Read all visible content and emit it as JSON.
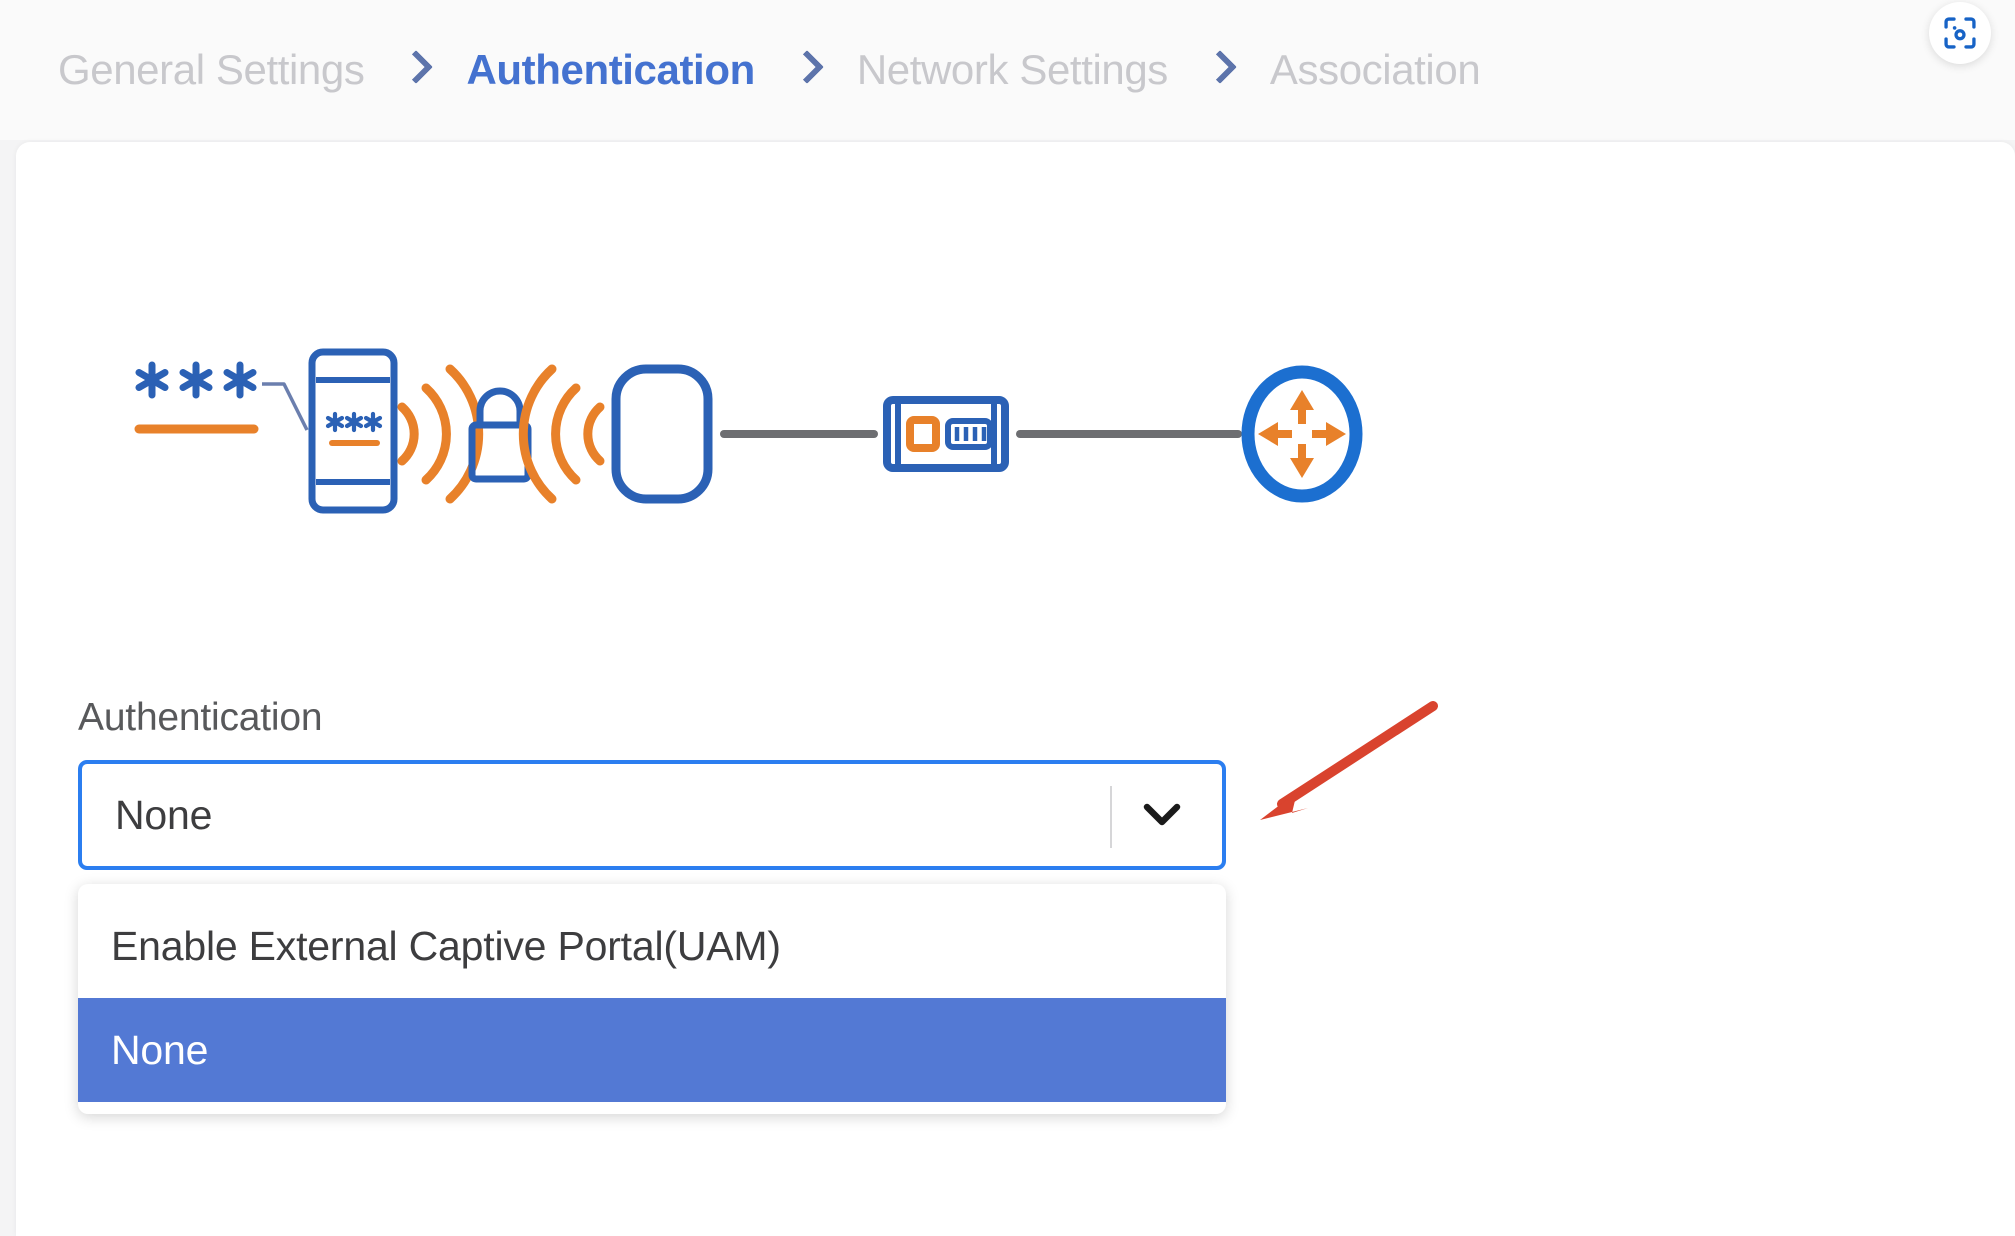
{
  "breadcrumb": {
    "items": [
      {
        "label": "General Settings",
        "state": "inactive"
      },
      {
        "label": "Authentication",
        "state": "active"
      },
      {
        "label": "Network Settings",
        "state": "inactive"
      },
      {
        "label": "Association",
        "state": "inactive"
      }
    ],
    "separator_icon": "chevron-right-icon"
  },
  "header": {
    "capture_button_icon": "screenshot-capture-icon"
  },
  "illustration": {
    "name": "wifi-authentication-flow-diagram",
    "nodes": [
      {
        "id": "password-asterisks",
        "label": "***"
      },
      {
        "id": "phone-with-password",
        "label": "***"
      },
      {
        "id": "wifi-signal-out"
      },
      {
        "id": "lock"
      },
      {
        "id": "wifi-signal-in"
      },
      {
        "id": "access-point"
      },
      {
        "id": "network-switch"
      },
      {
        "id": "router"
      }
    ],
    "colors": {
      "blue": "#2b61b5",
      "orange": "#e8812a",
      "cable_gray": "#6d6e71"
    }
  },
  "form": {
    "authentication": {
      "label": "Authentication",
      "selected_value": "None",
      "chevron_icon": "chevron-down-icon",
      "options": [
        {
          "label": "Enable External Captive Portal(UAM)",
          "selected": false
        },
        {
          "label": "None",
          "selected": true
        }
      ]
    }
  },
  "annotation": {
    "arrow": {
      "name": "red-pointer-arrow",
      "color": "#d9432e",
      "points_to": "authentication-select-box"
    }
  },
  "colors": {
    "page_background": "#f4f4f5",
    "card_background": "#ffffff",
    "breadcrumb_active": "#4472d0",
    "breadcrumb_inactive": "#c8c8cc",
    "select_focus_border": "#2b7ef0",
    "option_highlight": "#5379d4",
    "annotation_red": "#d9432e"
  }
}
